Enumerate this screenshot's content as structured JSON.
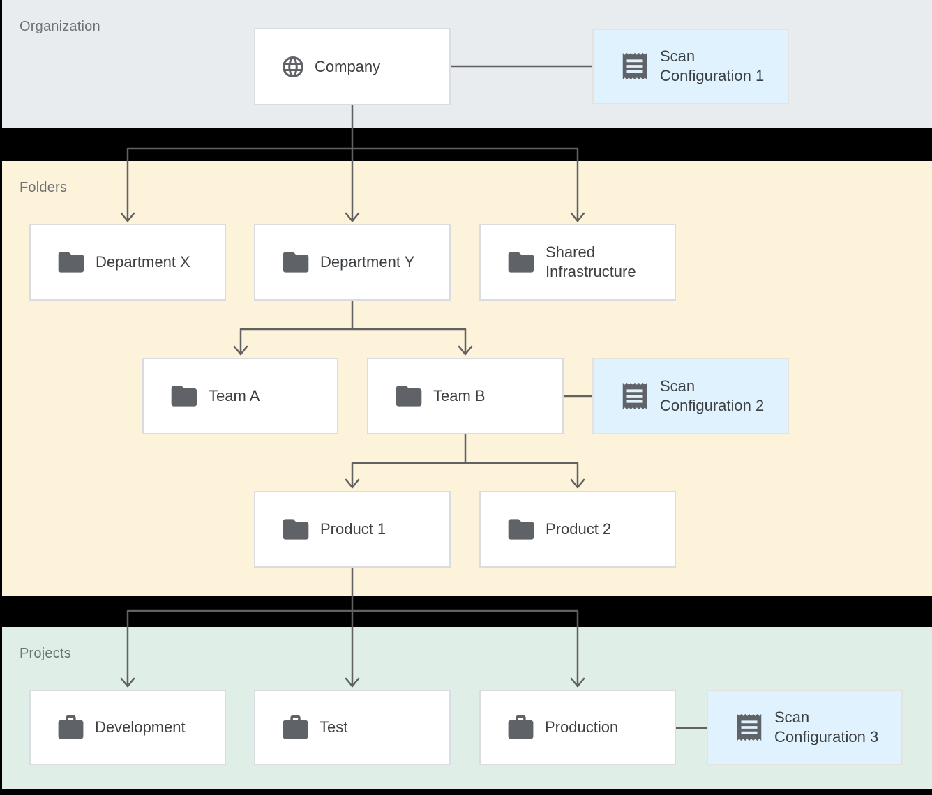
{
  "sections": {
    "organization": {
      "label": "Organization"
    },
    "folders": {
      "label": "Folders"
    },
    "projects": {
      "label": "Projects"
    }
  },
  "nodes": {
    "company": {
      "label": "Company",
      "icon": "globe-icon"
    },
    "scan_config_1": {
      "label": "Scan Configuration 1",
      "icon": "receipt-icon"
    },
    "department_x": {
      "label": "Department X",
      "icon": "folder-icon"
    },
    "department_y": {
      "label": "Department Y",
      "icon": "folder-icon"
    },
    "shared_infrastructure": {
      "label": "Shared Infrastructure",
      "icon": "folder-icon"
    },
    "team_a": {
      "label": "Team A",
      "icon": "folder-icon"
    },
    "team_b": {
      "label": "Team B",
      "icon": "folder-icon"
    },
    "scan_config_2": {
      "label": "Scan Configuration 2",
      "icon": "receipt-icon"
    },
    "product_1": {
      "label": "Product 1",
      "icon": "folder-icon"
    },
    "product_2": {
      "label": "Product 2",
      "icon": "folder-icon"
    },
    "development": {
      "label": "Development",
      "icon": "briefcase-icon"
    },
    "test": {
      "label": "Test",
      "icon": "briefcase-icon"
    },
    "production": {
      "label": "Production",
      "icon": "briefcase-icon"
    },
    "scan_config_3": {
      "label": "Scan Configuration 3",
      "icon": "receipt-icon"
    }
  },
  "colors": {
    "organization_bg": "#e9ecef",
    "folders_bg": "#fcf3da",
    "projects_bg": "#dfeee6",
    "scan_config_bg": "#dff2fd",
    "node_bg": "#ffffff",
    "node_border": "#d9dce0",
    "connector": "#616161",
    "icon": "#5f6368",
    "node_label_text": "#3c4043",
    "section_label_text": "#6e7276",
    "gap_bg": "#000000"
  }
}
